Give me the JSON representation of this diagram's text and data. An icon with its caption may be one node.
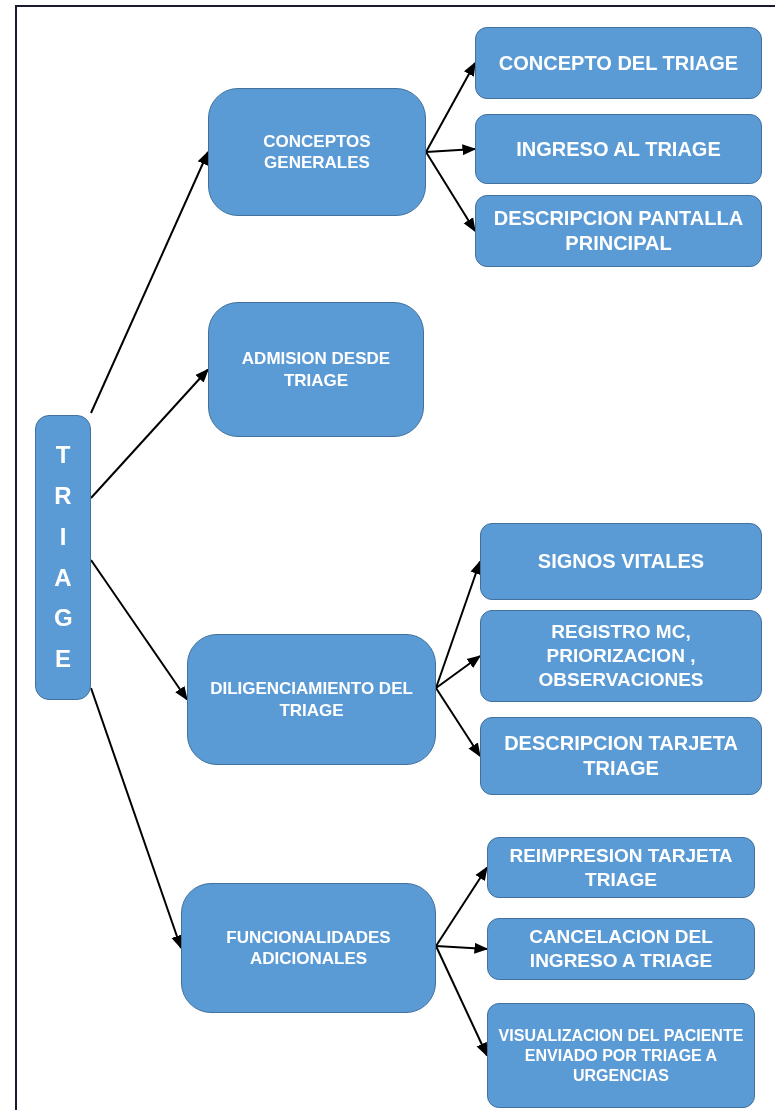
{
  "diagram": {
    "nodes": [
      {
        "text": [
          "TRIAGE"
        ]
      },
      {
        "text": [
          "CONCEPTOS GENERALES"
        ]
      },
      {
        "text": [
          "CONCEPTO DEL TRIAGE"
        ]
      },
      {
        "text": [
          "INGRESO AL TRIAGE"
        ]
      },
      {
        "text": [
          "DESCRIPCION PANTALLA PRINCIPAL"
        ]
      },
      {
        "text": [
          "ADMISION DESDE TRIAGE"
        ]
      },
      {
        "text": [
          "DILIGENCIAMIENTO DEL TRIAGE"
        ]
      },
      {
        "text": [
          "SIGNOS VITALES"
        ]
      },
      {
        "text": [
          "REGISTRO MC, PRIORIZACION , OBSERVACIONES"
        ]
      },
      {
        "text": [
          "DESCRIPCION TARJETA TRIAGE"
        ]
      },
      {
        "text": [
          "FUNCIONALIDADES ADICIONALES"
        ]
      },
      {
        "text": [
          "REIMPRESION TARJETA TRIAGE"
        ]
      },
      {
        "text": [
          "CANCELACION DEL INGRESO A TRIAGE"
        ]
      },
      {
        "text": [
          "VISUALIZACION DEL PACIENTE ENVIADO POR TRIAGE A URGENCIAS"
        ]
      }
    ],
    "edges": [
      {
        "from": 0,
        "to": 1,
        "arrow": "to"
      },
      {
        "from": 0,
        "to": 5,
        "arrow": "to"
      },
      {
        "from": 0,
        "to": 6,
        "arrow": "to"
      },
      {
        "from": 0,
        "to": 10,
        "arrow": "to"
      },
      {
        "from": 1,
        "to": 2,
        "arrow": "to"
      },
      {
        "from": 1,
        "to": 3,
        "arrow": "to"
      },
      {
        "from": 1,
        "to": 4,
        "arrow": "to"
      },
      {
        "from": 6,
        "to": 7,
        "arrow": "to"
      },
      {
        "from": 6,
        "to": 8,
        "arrow": "to"
      },
      {
        "from": 6,
        "to": 9,
        "arrow": "to"
      },
      {
        "from": 10,
        "to": 11,
        "arrow": "to"
      },
      {
        "from": 10,
        "to": 12,
        "arrow": "to"
      },
      {
        "from": 10,
        "to": 13,
        "arrow": "to"
      }
    ]
  }
}
